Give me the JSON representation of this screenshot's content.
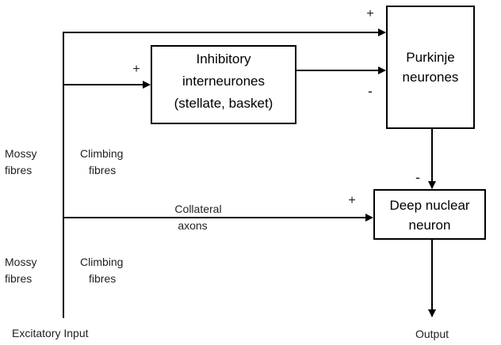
{
  "diagram": {
    "inhibitory_box": [
      "Inhibitory",
      "interneurones",
      "(stellate, basket)"
    ],
    "purkinje_box": [
      "Purkinje",
      "neurones"
    ],
    "deep_box": [
      "Deep nuclear",
      "neuron"
    ],
    "mossy_upper": [
      "Mossy",
      "fibres"
    ],
    "climbing_upper": [
      "Climbing",
      "fibres"
    ],
    "mossy_lower": [
      "Mossy",
      "fibres"
    ],
    "climbing_lower": [
      "Climbing",
      "fibres"
    ],
    "collateral": [
      "Collateral",
      "axons"
    ],
    "input_label": "Excitatory Input",
    "output_label": "Output",
    "signs": {
      "purkinje_top": "+",
      "interneuron_in": "+",
      "purkinje_inhib": "-",
      "deep_from_purkinje": "-",
      "deep_from_collateral": "+"
    }
  }
}
